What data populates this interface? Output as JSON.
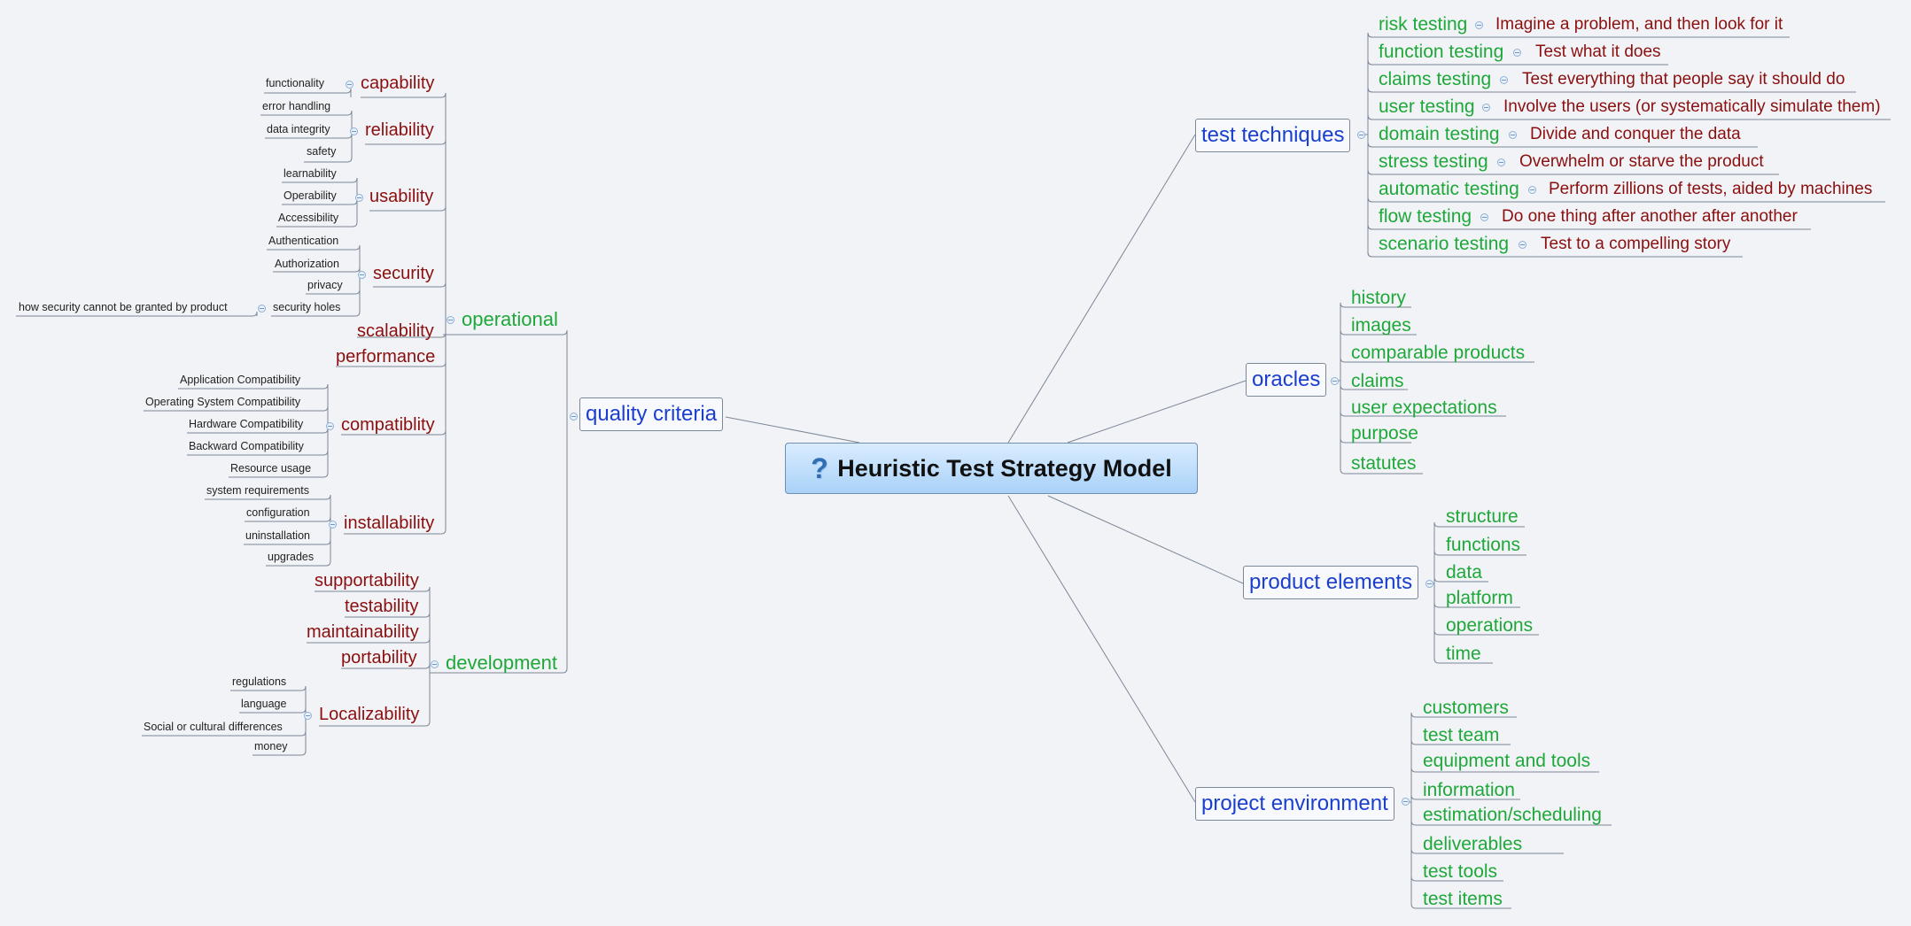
{
  "root": {
    "title": "Heuristic Test Strategy Model",
    "icon": "question-mark-icon"
  },
  "branches": {
    "test_techniques": {
      "label": "test techniques",
      "items": [
        {
          "name": "risk testing",
          "desc": "Imagine a problem, and then look for it"
        },
        {
          "name": "function testing",
          "desc": "Test what it does"
        },
        {
          "name": "claims testing",
          "desc": "Test everything that people say it should do"
        },
        {
          "name": "user testing",
          "desc": "Involve the users (or systematically simulate them)"
        },
        {
          "name": "domain testing",
          "desc": "Divide and conquer the data"
        },
        {
          "name": "stress testing",
          "desc": "Overwhelm or starve the product"
        },
        {
          "name": "automatic testing",
          "desc": "Perform zillions of tests, aided by machines"
        },
        {
          "name": "flow testing",
          "desc": "Do one thing after another after another"
        },
        {
          "name": "scenario testing",
          "desc": "Test to a compelling story"
        }
      ]
    },
    "oracles": {
      "label": "oracles",
      "items": [
        "history",
        "images",
        "comparable products",
        "claims",
        "user expectations",
        "purpose",
        "statutes"
      ]
    },
    "product_elements": {
      "label": "product elements",
      "items": [
        "structure",
        "functions",
        "data",
        "platform",
        "operations",
        "time"
      ]
    },
    "project_environment": {
      "label": "project environment",
      "items": [
        "customers",
        "test team",
        "equipment and tools",
        "information",
        "estimation/scheduling",
        "deliverables",
        "test tools",
        "test items"
      ]
    },
    "quality_criteria": {
      "label": "quality criteria",
      "operational": {
        "label": "operational",
        "capability": {
          "label": "capability",
          "items": [
            "functionality"
          ]
        },
        "reliability": {
          "label": "reliability",
          "items": [
            "error handling",
            "data integrity",
            "safety"
          ]
        },
        "usability": {
          "label": "usability",
          "items": [
            "learnability",
            "Operability",
            "Accessibility"
          ]
        },
        "security": {
          "label": "security",
          "items": [
            "Authentication",
            "Authorization",
            "privacy",
            "security holes"
          ],
          "holes_note": "how security cannot be granted by product"
        },
        "scalability": {
          "label": "scalability"
        },
        "performance": {
          "label": "performance"
        },
        "compatibility": {
          "label": "compatiblity",
          "items": [
            "Application Compatibility",
            "Operating System Compatibility",
            "Hardware Compatibility",
            "Backward Compatibility",
            "Resource usage"
          ]
        },
        "installability": {
          "label": "installability",
          "items": [
            "system requirements",
            "configuration",
            "uninstallation",
            "upgrades"
          ]
        }
      },
      "development": {
        "label": "development",
        "supportability": {
          "label": "supportability"
        },
        "testability": {
          "label": "testability"
        },
        "maintainability": {
          "label": "maintainability"
        },
        "portability": {
          "label": "portability"
        },
        "localizability": {
          "label": "Localizability",
          "items": [
            "regulations",
            "language",
            "Social or cultural differences",
            "money"
          ]
        }
      }
    }
  },
  "colors": {
    "main_node": "#1a3fcc",
    "green": "#1fa83a",
    "red": "#8b0f0f",
    "line": "#7c8798"
  }
}
